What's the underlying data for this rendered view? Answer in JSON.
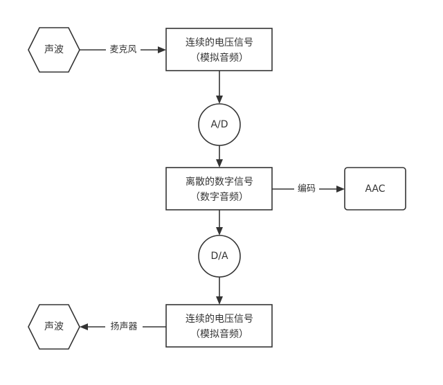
{
  "diagram": {
    "type": "flowchart",
    "nodes": [
      {
        "id": "sound_in",
        "shape": "hexagon",
        "lines": [
          "声波"
        ]
      },
      {
        "id": "analog_in",
        "shape": "rect",
        "lines": [
          "连续的电压信号",
          "（模拟音频）"
        ]
      },
      {
        "id": "ad",
        "shape": "circle",
        "lines": [
          "A/D"
        ]
      },
      {
        "id": "digital",
        "shape": "rect",
        "lines": [
          "离散的数字信号",
          "（数字音频）"
        ]
      },
      {
        "id": "aac",
        "shape": "rounded-rect",
        "lines": [
          "AAC"
        ]
      },
      {
        "id": "da",
        "shape": "circle",
        "lines": [
          "D/A"
        ]
      },
      {
        "id": "analog_out",
        "shape": "rect",
        "lines": [
          "连续的电压信号",
          "（模拟音频）"
        ]
      },
      {
        "id": "sound_out",
        "shape": "hexagon",
        "lines": [
          "声波"
        ]
      }
    ],
    "edges": [
      {
        "from": "sound_in",
        "to": "analog_in",
        "label": "麦克风"
      },
      {
        "from": "analog_in",
        "to": "ad",
        "label": ""
      },
      {
        "from": "ad",
        "to": "digital",
        "label": ""
      },
      {
        "from": "digital",
        "to": "aac",
        "label": "编码"
      },
      {
        "from": "digital",
        "to": "da",
        "label": ""
      },
      {
        "from": "da",
        "to": "analog_out",
        "label": ""
      },
      {
        "from": "analog_out",
        "to": "sound_out",
        "label": "扬声器"
      }
    ],
    "colors": {
      "stroke": "#333333",
      "fill": "#ffffff",
      "text": "#333333"
    }
  }
}
